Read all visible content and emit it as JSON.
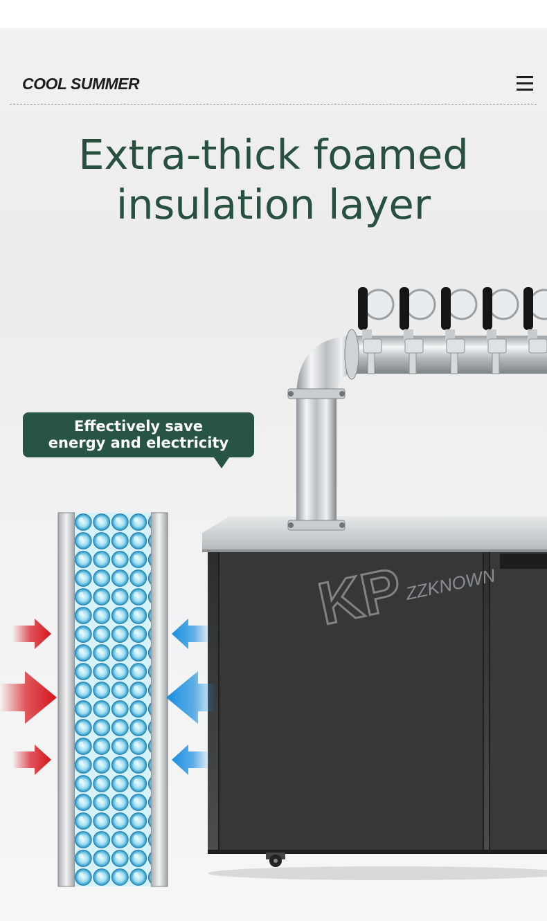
{
  "header": {
    "brand": "COOL SUMMER",
    "menu_icon": "menu-icon"
  },
  "headline": {
    "line1": "Extra-thick foamed",
    "line2": "insulation layer"
  },
  "callout": {
    "line1": "Effectively save",
    "line2": "energy and electricity"
  },
  "colors": {
    "accent_green": "#27503e",
    "heat_arrow": "#d6141b",
    "cold_arrow": "#1a8fe0"
  },
  "illustration": {
    "product": "beer-tower-refrigerator",
    "tap_count_visible": 5,
    "left_arrows": "heat-arrow-icon",
    "right_arrows": "cold-arrow-icon"
  },
  "watermark": {
    "logo": "KP",
    "text": "ZZKNOWN"
  }
}
